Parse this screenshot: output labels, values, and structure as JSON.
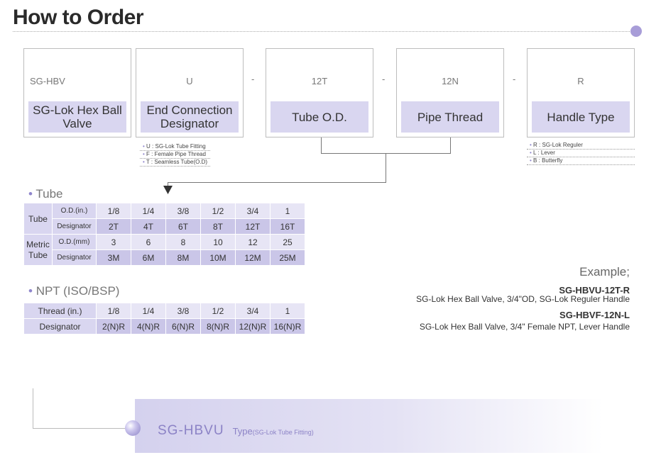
{
  "title": "How to Order",
  "order": {
    "boxes": [
      {
        "code": "SG-HBV",
        "label": "SG-Lok Hex Ball Valve"
      },
      {
        "code": "U",
        "label": "End Connection Designator"
      },
      {
        "code": "12T",
        "label": "Tube O.D."
      },
      {
        "code": "12N",
        "label": "Pipe Thread"
      },
      {
        "code": "R",
        "label": "Handle Type"
      }
    ],
    "separator": "-",
    "end_connection_notes": [
      {
        "key": "U",
        "text": "SG-Lok Tube Fitting"
      },
      {
        "key": "F",
        "text": "Female Pipe Thread"
      },
      {
        "key": "T",
        "text": "Seamless Tube(O.D)"
      }
    ],
    "handle_notes": [
      {
        "key": "R",
        "text": "SG-Lok Reguler"
      },
      {
        "key": "L",
        "text": "Lever"
      },
      {
        "key": "B",
        "text": "Butterfly"
      }
    ],
    "note_bullet": "•",
    "note_sep": " : "
  },
  "tube": {
    "heading": "Tube",
    "bullet": "•",
    "group1": "Tube",
    "group2_line1": "Metric",
    "group2_line2": "Tube",
    "rows": [
      {
        "label": "O.D.(in.)",
        "values": [
          "1/8",
          "1/4",
          "3/8",
          "1/2",
          "3/4",
          "1"
        ]
      },
      {
        "label": "Designator",
        "values": [
          "2T",
          "4T",
          "6T",
          "8T",
          "12T",
          "16T"
        ]
      },
      {
        "label": "O.D.(mm)",
        "values": [
          "3",
          "6",
          "8",
          "10",
          "12",
          "25"
        ]
      },
      {
        "label": "Designator",
        "values": [
          "3M",
          "6M",
          "8M",
          "10M",
          "12M",
          "25M"
        ]
      }
    ]
  },
  "npt": {
    "heading": "NPT (ISO/BSP)",
    "bullet": "•",
    "rows": [
      {
        "label": "Thread (in.)",
        "values": [
          "1/8",
          "1/4",
          "3/8",
          "1/2",
          "3/4",
          "1"
        ]
      },
      {
        "label": "Designator",
        "values": [
          "2(N)R",
          "4(N)R",
          "6(N)R",
          "8(N)R",
          "12(N)R",
          "16(N)R"
        ]
      }
    ]
  },
  "example": {
    "heading": "Example;",
    "code1": "SG-HBVU-12T-R",
    "desc1": "SG-Lok Hex Ball Valve, 3/4\"OD, SG-Lok Reguler Handle",
    "code2": "SG-HBVF-12N-L",
    "desc2": "SG-Lok Hex Ball Valve, 3/4\" Female NPT, Lever Handle"
  },
  "type_banner": {
    "code": "SG-HBVU",
    "type_word": "Type",
    "type_note": "(SG-Lok Tube Fitting)"
  },
  "colors": {
    "accent": "#8f86cc",
    "light_band": "#d9d6f0",
    "row_light": "#e7e5f5",
    "row_dark": "#cac6e8"
  }
}
